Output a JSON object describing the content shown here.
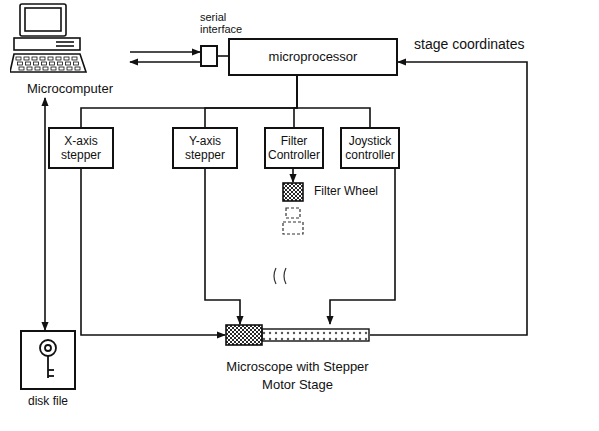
{
  "diagram": {
    "nodes": [
      {
        "text": [
          "Microcomputer"
        ]
      },
      {
        "text": [
          "serial interface"
        ]
      },
      {
        "text": [
          "microprocessor"
        ]
      },
      {
        "text": [
          "X-axis stepper"
        ]
      },
      {
        "text": [
          "Y-axis stepper"
        ]
      },
      {
        "text": [
          "Filter Controller"
        ]
      },
      {
        "text": [
          "Joystick controller"
        ]
      },
      {
        "text": [
          "Filter Wheel"
        ]
      },
      {
        "text": [
          "Microscope with Stepper Motor Stage"
        ]
      },
      {
        "text": [
          "disk file"
        ]
      }
    ],
    "edges": [
      {
        "from": 0,
        "to": 1,
        "arrow": "to"
      },
      {
        "from": 1,
        "to": 0,
        "arrow": "to"
      },
      {
        "from": 1,
        "to": 2,
        "arrow": "none"
      },
      {
        "from": 2,
        "to": 3,
        "arrow": "none"
      },
      {
        "from": 2,
        "to": 4,
        "arrow": "none"
      },
      {
        "from": 2,
        "to": 5,
        "arrow": "none"
      },
      {
        "from": 2,
        "to": 6,
        "arrow": "none"
      },
      {
        "from": 3,
        "to": 8,
        "arrow": "to"
      },
      {
        "from": 4,
        "to": 8,
        "arrow": "to"
      },
      {
        "from": 5,
        "to": 7,
        "arrow": "to"
      },
      {
        "from": 6,
        "to": 8,
        "arrow": "to"
      },
      {
        "from": 8,
        "to": 2,
        "arrow": "to",
        "label": "stage coordinates"
      },
      {
        "from": 0,
        "to": 9,
        "arrow": "both"
      }
    ]
  }
}
